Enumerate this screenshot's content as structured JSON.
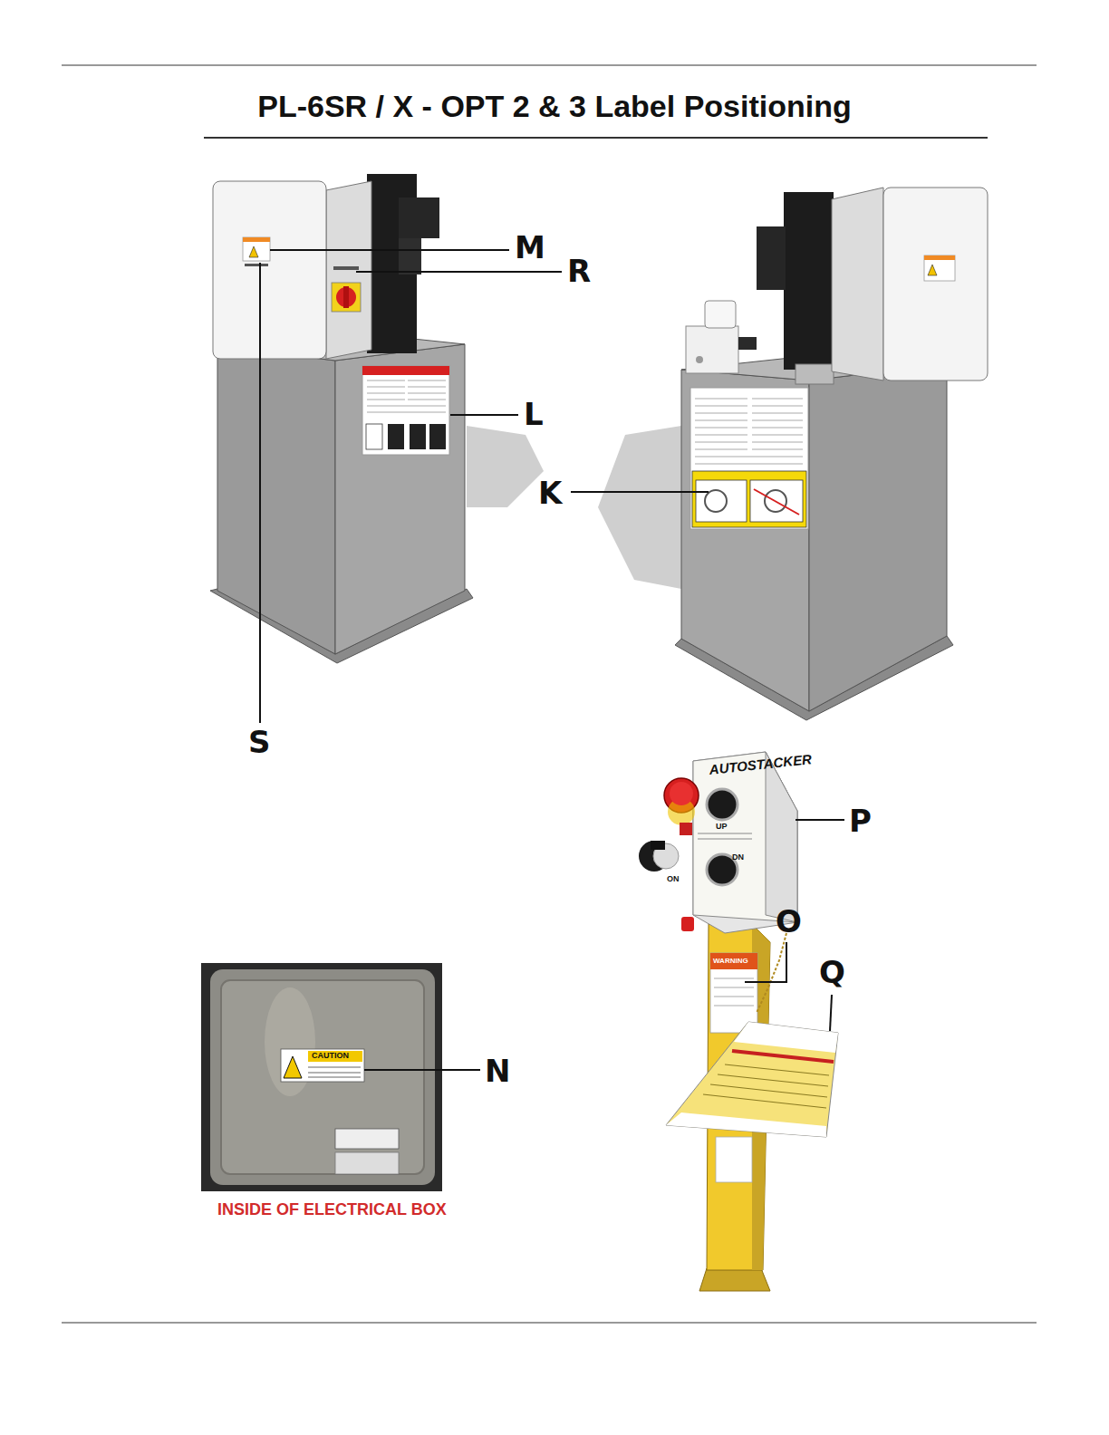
{
  "diagram": {
    "title": "PL-6SR / X - OPT 2 & 3 Label Positioning",
    "labels": [
      "M",
      "R",
      "L",
      "K",
      "S",
      "P",
      "O",
      "Q",
      "N",
      "INSIDE OF ELECTRICAL BOX",
      "AUTOSTACKER",
      "UP",
      "DN",
      "ON",
      "CAUTION",
      "WARNING"
    ]
  }
}
